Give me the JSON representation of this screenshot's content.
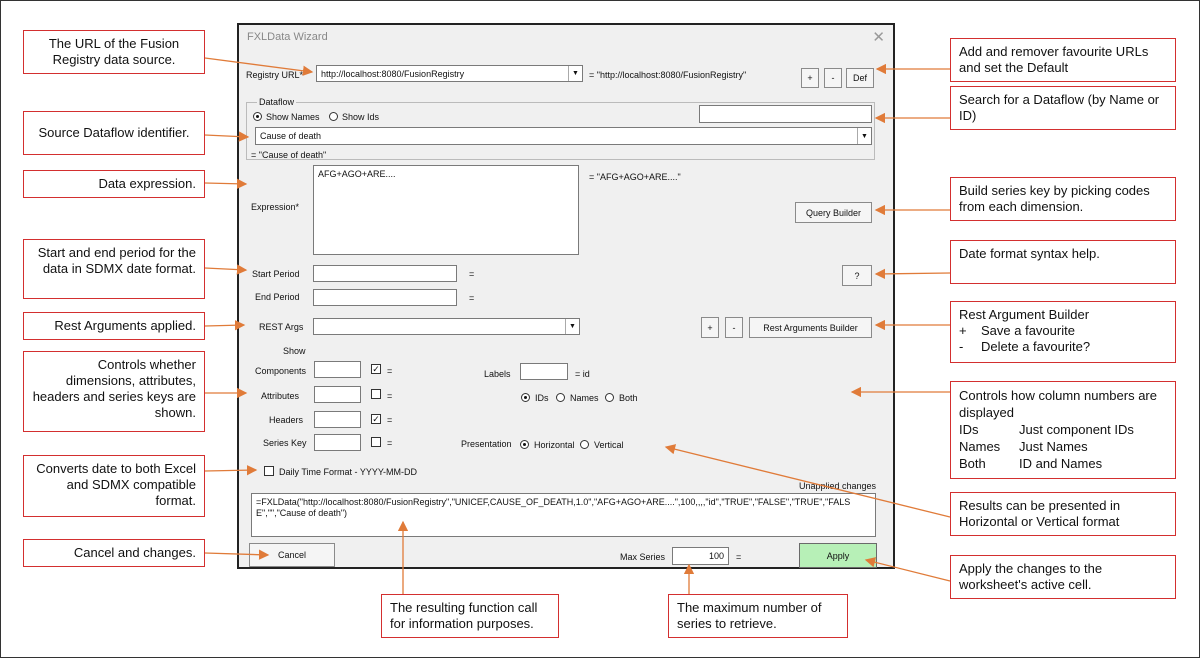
{
  "dialog": {
    "title": "FXLData Wizard",
    "close": "✕",
    "registry_label": "Registry URL*",
    "registry_value": "http://localhost:8080/FusionRegistry",
    "registry_echo": "= \"http://localhost:8080/FusionRegistry\"",
    "plus": "+",
    "minus": "-",
    "def": "Def",
    "dataflow_group": "Dataflow",
    "show_names": "Show Names",
    "show_ids": "Show Ids",
    "dataflow_value": "Cause of death",
    "dataflow_echo": "= \"Cause of death\"",
    "expression_label": "Expression*",
    "expression_value": "AFG+AGO+ARE....",
    "expression_echo": "= \"AFG+AGO+ARE....\"",
    "query_builder": "Query Builder",
    "start_period_label": "Start Period",
    "end_period_label": "End Period",
    "eq": "=",
    "help": "?",
    "rest_args_label": "REST Args",
    "rest_builder": "Rest Arguments Builder",
    "show_label": "Show",
    "components_label": "Components",
    "attributes_label": "Attributes",
    "headers_label": "Headers",
    "series_key_label": "Series Key",
    "labels_label": "Labels",
    "labels_echo": "= id",
    "ids_opt": "IDs",
    "names_opt": "Names",
    "both_opt": "Both",
    "presentation_label": "Presentation",
    "horizontal_opt": "Horizontal",
    "vertical_opt": "Vertical",
    "daily_time": "Daily Time Format - YYYY-MM-DD",
    "unapplied": "Unapplied changes",
    "function_call": "=FXLData(\"http://localhost:8080/FusionRegistry\",\"UNICEF,CAUSE_OF_DEATH,1.0\",\"AFG+AGO+ARE....\",100,,,,\"id\",\"TRUE\",\"FALSE\",\"TRUE\",\"FALSE\",\"\",\"Cause of death\")",
    "cancel": "Cancel",
    "max_series_label": "Max Series",
    "max_series_value": "100",
    "apply": "Apply"
  },
  "notes": {
    "url": "The URL of the Fusion Registry data source.",
    "source": "Source Dataflow identifier.",
    "expr": "Data expression.",
    "period": "Start and end period for the data in SDMX date format.",
    "rest": "Rest Arguments applied.",
    "controls": "Controls whether dimensions, attributes, headers and series keys are shown.",
    "converts": "Converts date to both Excel and SDMX compatible format.",
    "cancel": "Cancel and changes.",
    "fav": "Add and remover favourite URLs and set the Default",
    "search": "Search for a Dataflow (by Name or ID)",
    "build": "Build series key by picking codes from each dimension.",
    "datehelp": "Date format syntax help.",
    "restbuilder_title": "Rest Argument Builder",
    "restbuilder_plus_sym": "+",
    "restbuilder_plus": "Save a favourite",
    "restbuilder_minus_sym": "-",
    "restbuilder_minus": "Delete a favourite?",
    "colnum_title": "Controls how column numbers are displayed",
    "colnum_ids_k": "IDs",
    "colnum_ids_v": "Just component IDs",
    "colnum_names_k": "Names",
    "colnum_names_v": "Just Names",
    "colnum_both_k": "Both",
    "colnum_both_v": "ID and Names",
    "results": "Results can be presented in Horizontal or Vertical format",
    "applynote": "Apply the changes to the worksheet's active cell.",
    "funcnote": "The resulting function call for information purposes.",
    "maxnote": "The maximum number of series to retrieve."
  },
  "colors": {
    "annotation_border": "#d32f2f",
    "arrow": "#e07b39",
    "apply_bg": "#b7f0b7"
  }
}
